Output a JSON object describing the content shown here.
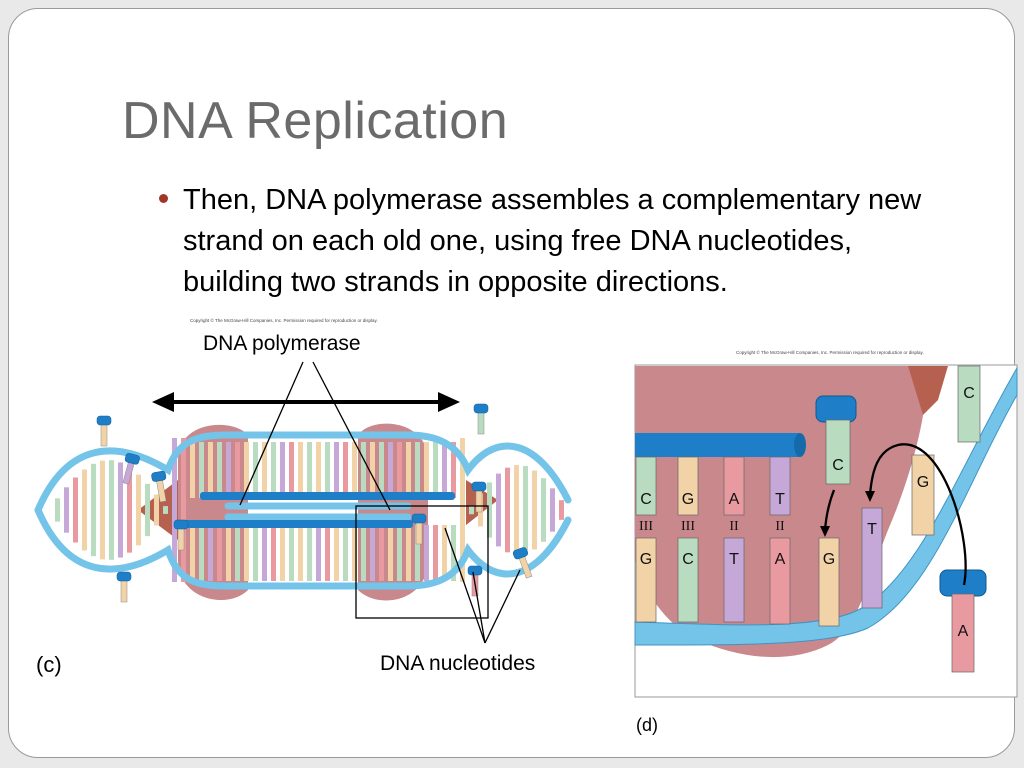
{
  "title": "DNA Replication",
  "bullet": {
    "text": "Then, DNA polymerase assembles a complementary new strand on each old one, using free DNA nucleotides, building two strands in opposite directions."
  },
  "figure_c": {
    "copyright": "Copyright © The McGraw-Hill Companies, Inc. Permission required for reproduction or display.",
    "polymerase_label": "DNA polymerase",
    "nucleotides_label": "DNA nucleotides",
    "panel_label": "(c)"
  },
  "figure_d": {
    "copyright": "Copyright © The McGraw-Hill Companies, Inc. Permission required for reproduction or display.",
    "panel_label": "(d)",
    "top_bases": [
      "C",
      "G",
      "A",
      "T"
    ],
    "pair_marks": [
      "III",
      "III",
      "II",
      "II"
    ],
    "bottom_bases": [
      "G",
      "C",
      "T",
      "A",
      "G",
      "T"
    ],
    "free_bases": [
      "C",
      "G",
      "C",
      "A"
    ]
  },
  "colors": {
    "backbone": "#74c3e8",
    "new_strand": "#1e7fc8",
    "polymerase": "#c9888c",
    "bullet": "#a13628"
  }
}
